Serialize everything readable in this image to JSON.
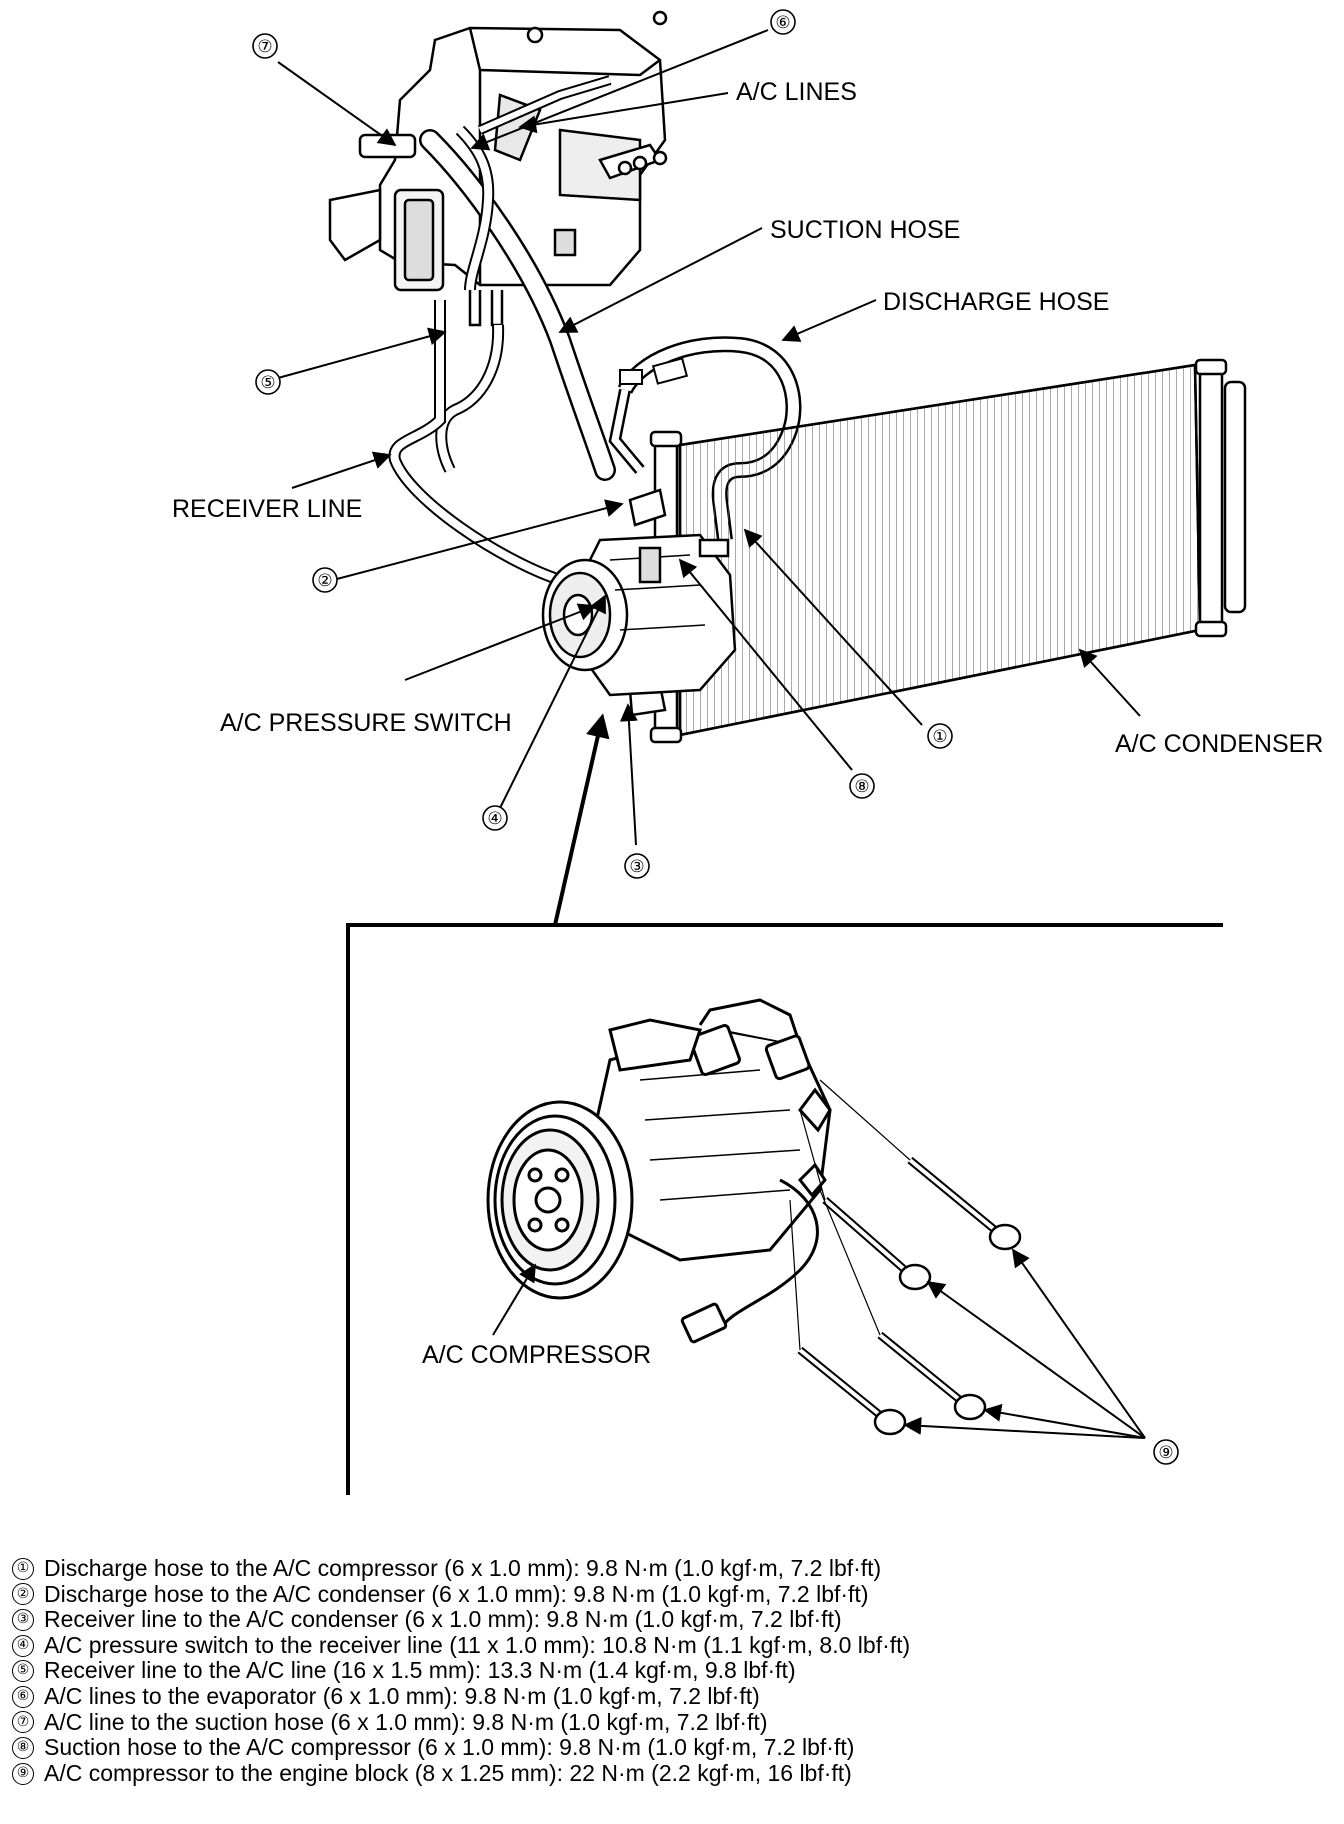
{
  "labels": {
    "ac_lines": "A/C LINES",
    "suction_hose": "SUCTION HOSE",
    "discharge_hose": "DISCHARGE HOSE",
    "receiver_line": "RECEIVER LINE",
    "ac_pressure_switch": "A/C PRESSURE SWITCH",
    "ac_condenser": "A/C CONDENSER",
    "ac_compressor": "A/C COMPRESSOR"
  },
  "callouts": [
    "①",
    "②",
    "③",
    "④",
    "⑤",
    "⑥",
    "⑦",
    "⑧",
    "⑨"
  ],
  "legend": [
    {
      "num": "①",
      "text": "Discharge hose to the A/C compressor (6 x 1.0 mm): 9.8 N·m (1.0 kgf·m, 7.2 lbf·ft)"
    },
    {
      "num": "②",
      "text": "Discharge hose to the A/C condenser (6 x 1.0 mm): 9.8 N·m (1.0 kgf·m, 7.2 lbf·ft)"
    },
    {
      "num": "③",
      "text": "Receiver line to the A/C condenser (6 x 1.0 mm): 9.8 N·m (1.0 kgf·m, 7.2 lbf·ft)"
    },
    {
      "num": "④",
      "text": "A/C pressure switch to the receiver line (11 x 1.0 mm): 10.8 N·m (1.1 kgf·m, 8.0 lbf·ft)"
    },
    {
      "num": "⑤",
      "text": "Receiver line to the A/C line (16 x 1.5 mm): 13.3 N·m (1.4 kgf·m, 9.8 lbf·ft)"
    },
    {
      "num": "⑥",
      "text": "A/C lines to the evaporator (6 x 1.0 mm): 9.8 N·m (1.0 kgf·m, 7.2 lbf·ft)"
    },
    {
      "num": "⑦",
      "text": "A/C line to the suction hose (6 x 1.0 mm): 9.8 N·m (1.0 kgf·m, 7.2 lbf·ft)"
    },
    {
      "num": "⑧",
      "text": "Suction hose to the A/C compressor (6 x 1.0 mm): 9.8 N·m (1.0 kgf·m, 7.2 lbf·ft)"
    },
    {
      "num": "⑨",
      "text": "A/C compressor to the engine block (8 x 1.25 mm): 22 N·m (2.2 kgf·m, 16 lbf·ft)"
    }
  ]
}
